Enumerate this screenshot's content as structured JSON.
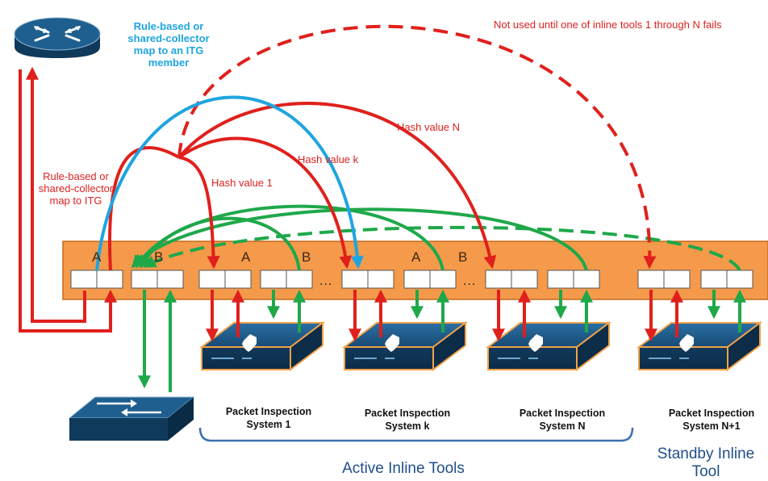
{
  "labels": {
    "blue_map": "Rule-based or shared-collector map to an ITG member",
    "red_map": "Rule-based or shared-collector map to ITG",
    "hash_1": "Hash value 1",
    "hash_k": "Hash value k",
    "hash_n": "Hash value N",
    "standby_note": "Not used until one of inline tools 1 through N fails"
  },
  "ports": [
    "A",
    "B",
    "A",
    "B",
    "A",
    "B"
  ],
  "ellipsis": "...",
  "systems": [
    {
      "line1": "Packet Inspection",
      "line2": "System 1"
    },
    {
      "line1": "Packet Inspection",
      "line2": "System k"
    },
    {
      "line1": "Packet Inspection",
      "line2": "System N"
    },
    {
      "line1": "Packet Inspection",
      "line2": "System N+1"
    }
  ],
  "groups": {
    "active": "Active Inline Tools",
    "standby": "Standby Inline Tool"
  },
  "icons": [
    "router-icon",
    "switch-icon",
    "shield-icon"
  ],
  "colors": {
    "red": "#e0201c",
    "green": "#1fa84a",
    "blue": "#1ea5e0",
    "bar": "#f59a4a",
    "device": "#1b4f7a",
    "bracket": "#3b6fb0"
  }
}
